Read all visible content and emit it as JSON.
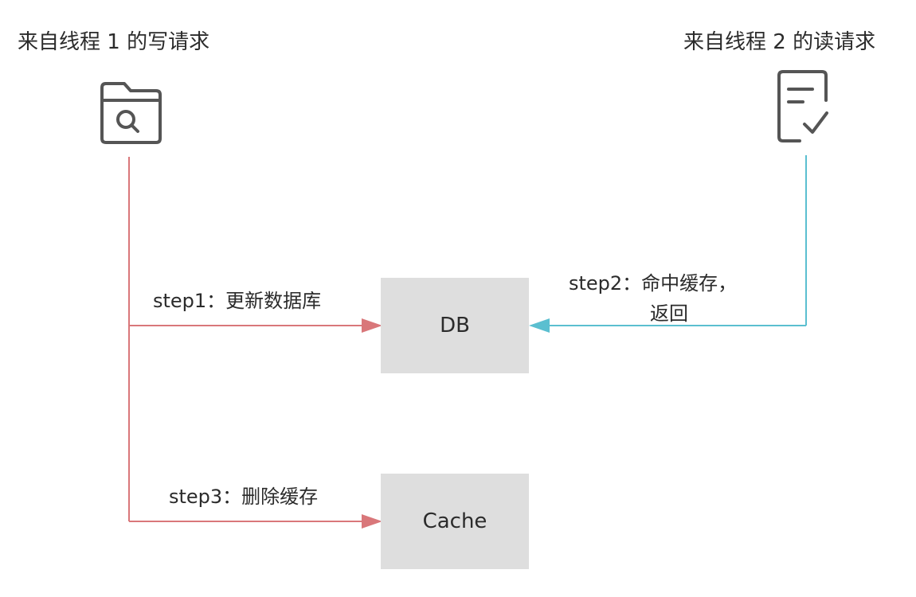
{
  "write_thread": {
    "title": "来自线程 1 的写请求",
    "icon": "folder-search-icon",
    "line_color": "#d9777a"
  },
  "read_thread": {
    "title": "来自线程 2 的读请求",
    "icon": "document-check-icon",
    "line_color": "#5bbfd0"
  },
  "nodes": {
    "db": "DB",
    "cache": "Cache"
  },
  "steps": {
    "step1": "step1：更新数据库",
    "step2_line1": "step2：命中缓存，",
    "step2_line2": "返回",
    "step3": "step3：删除缓存"
  },
  "colors": {
    "box_fill": "#dedede",
    "icon_stroke": "#555555"
  }
}
